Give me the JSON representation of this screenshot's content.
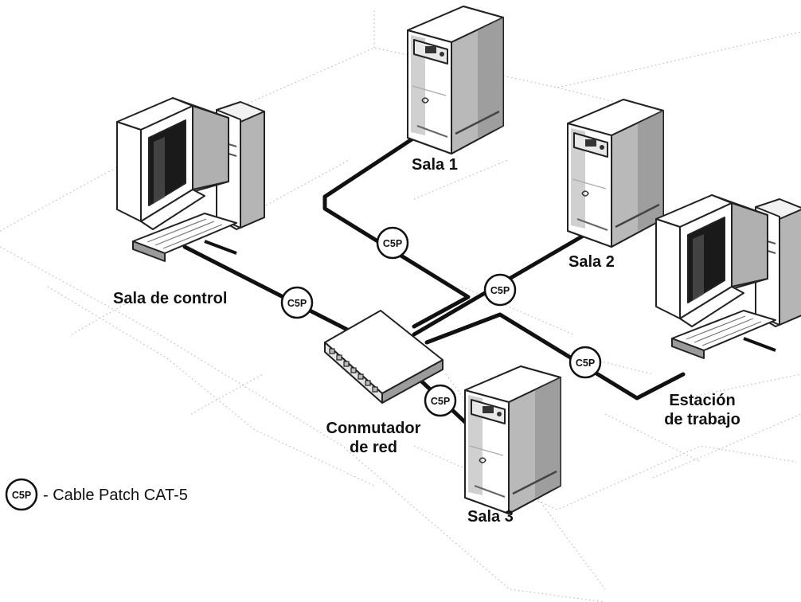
{
  "labels": {
    "sala1": "Sala 1",
    "sala2": "Sala 2",
    "sala3": "Sala 3",
    "sala_control": "Sala de control",
    "switch_line1": "Conmutador",
    "switch_line2": "de red",
    "workstation_line1": "Estación",
    "workstation_line2": "de trabajo"
  },
  "cable_badge": "C5P",
  "legend": {
    "badge": "C5P",
    "text": "- Cable Patch CAT-5"
  },
  "colors": {
    "line": "#111111",
    "floor_dots": "#bdbdbd",
    "device_light": "#ffffff",
    "device_shadow": "#9a9a9a"
  }
}
